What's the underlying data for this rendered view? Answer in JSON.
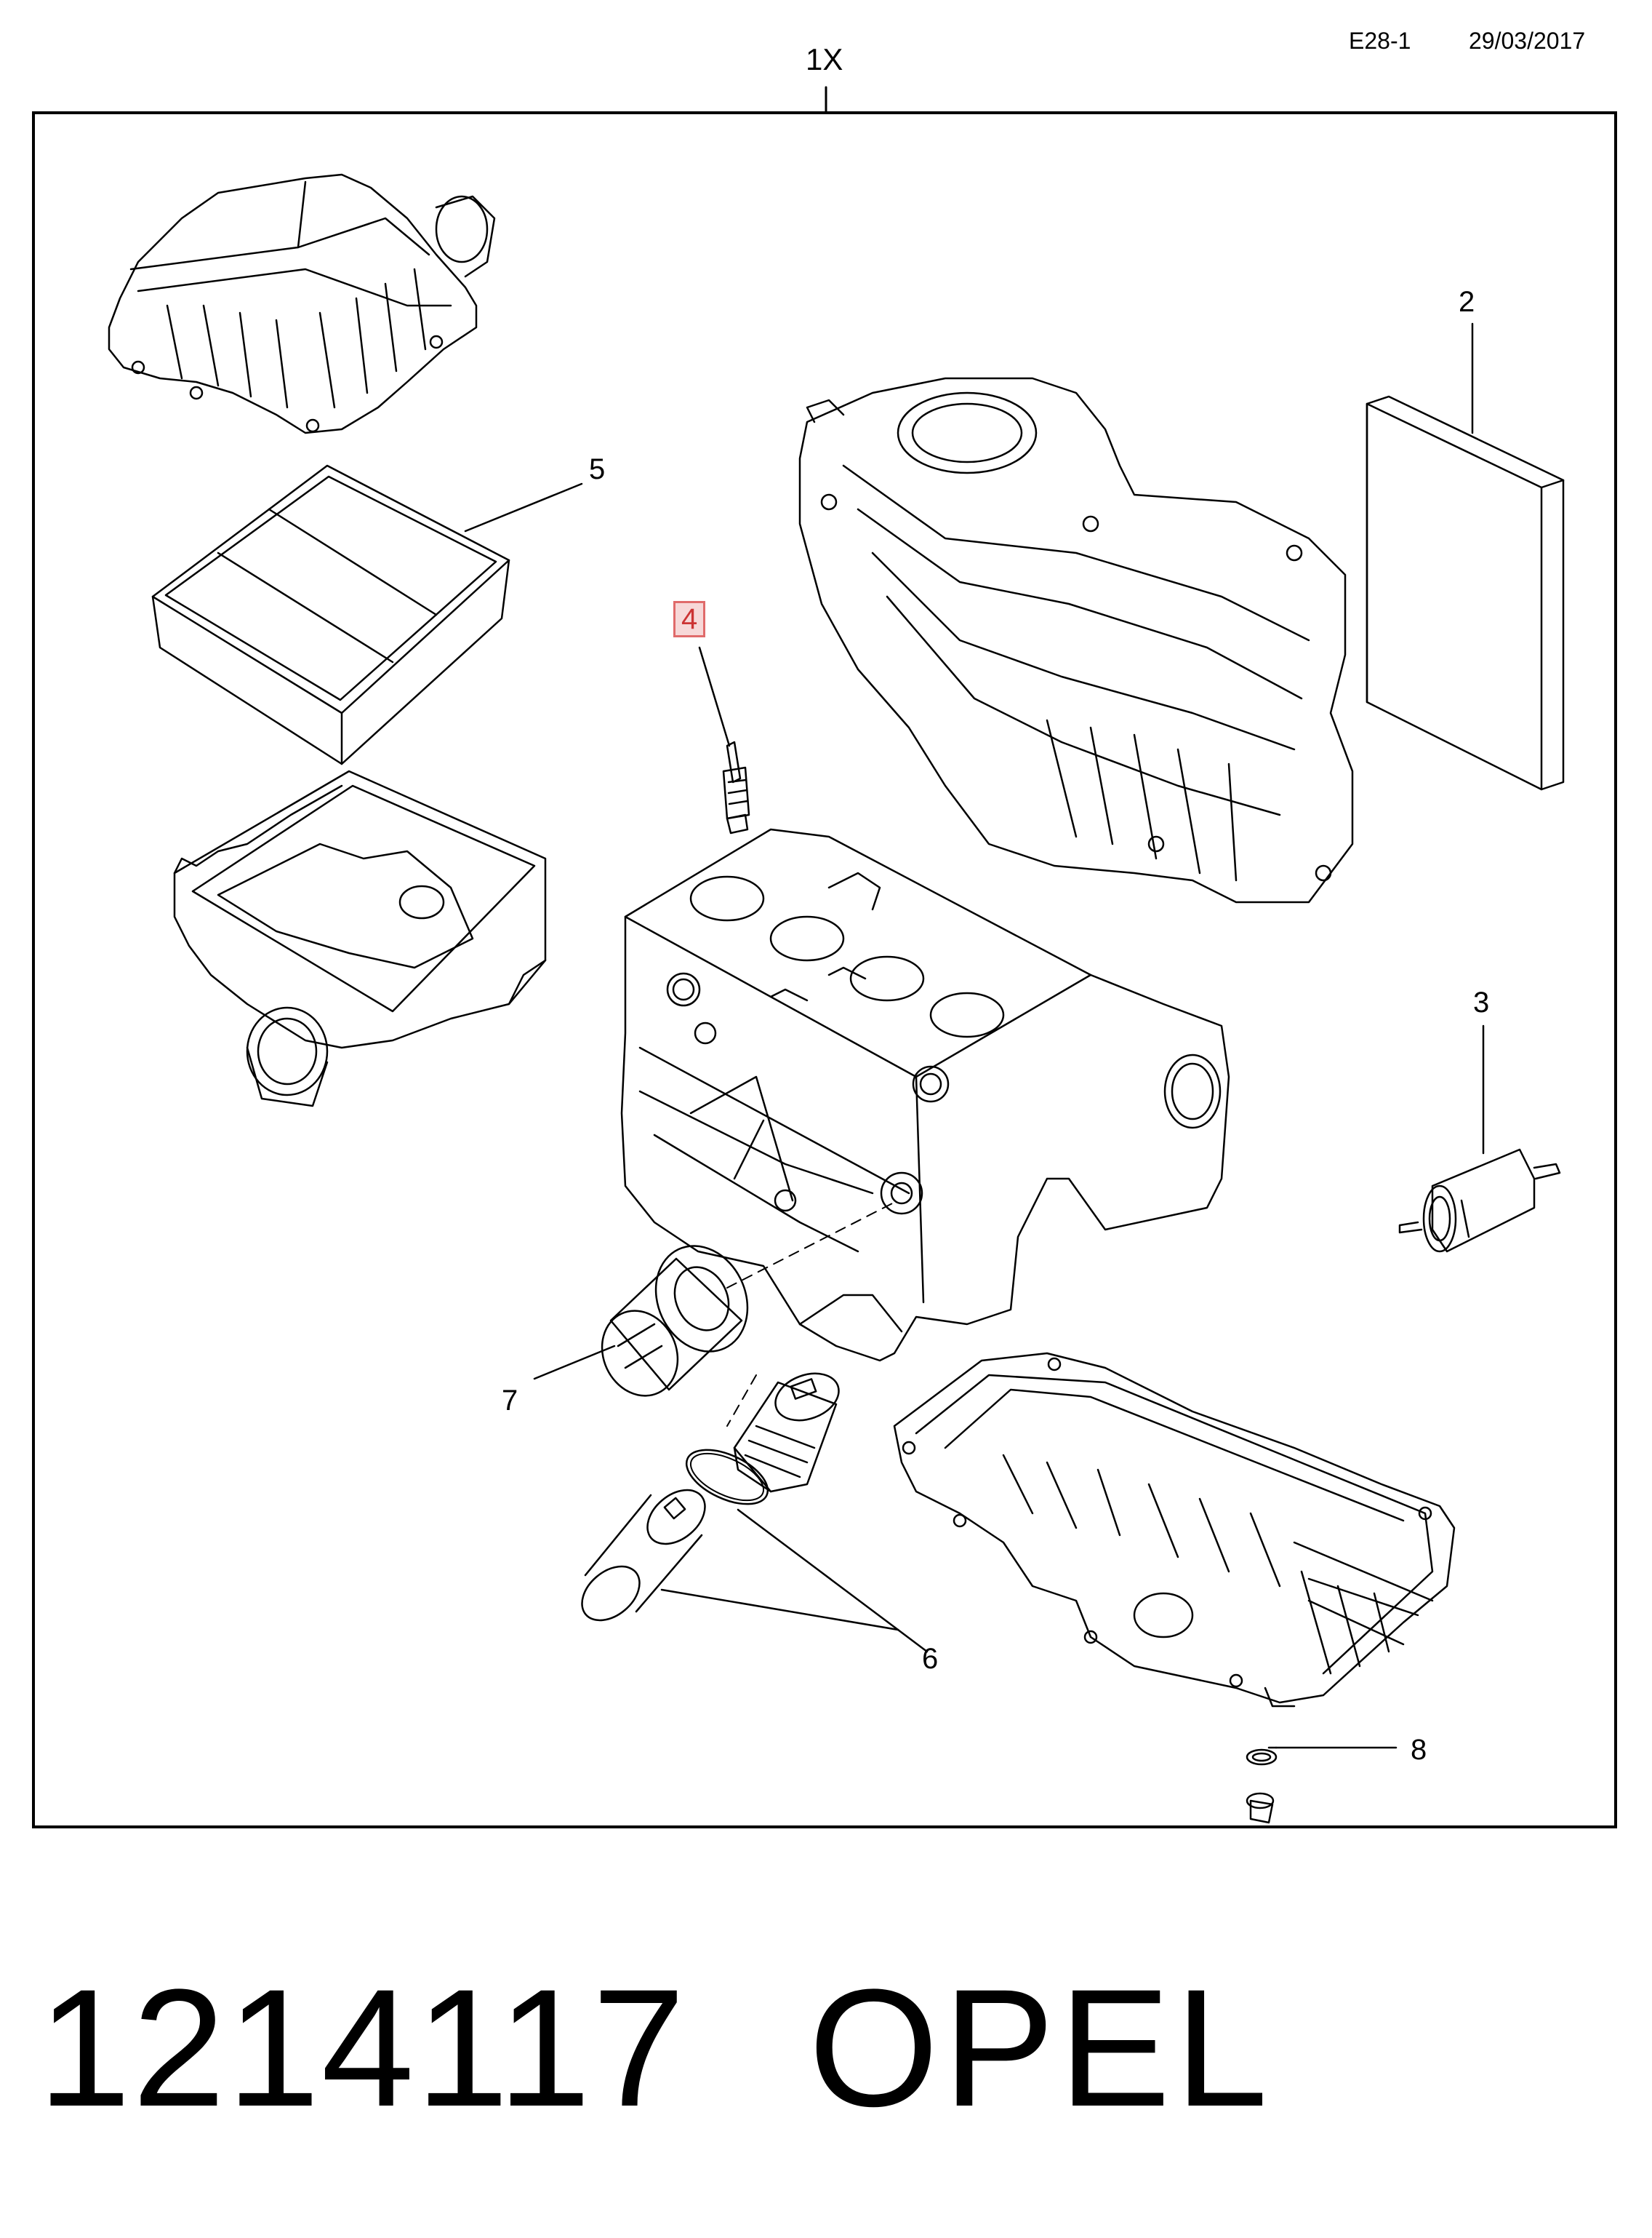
{
  "header": {
    "doc_code": "E28-1",
    "date": "29/03/2017",
    "kit_label": "1X"
  },
  "callouts": {
    "c2": "2",
    "c3": "3",
    "c4": "4",
    "c5": "5",
    "c6": "6",
    "c7": "7",
    "c8": "8"
  },
  "footer": {
    "part_number": "1214117",
    "brand": "OPEL"
  },
  "colors": {
    "highlight_border": "#e06b6b",
    "highlight_fill": "#f7d8d8",
    "line": "#000000"
  }
}
